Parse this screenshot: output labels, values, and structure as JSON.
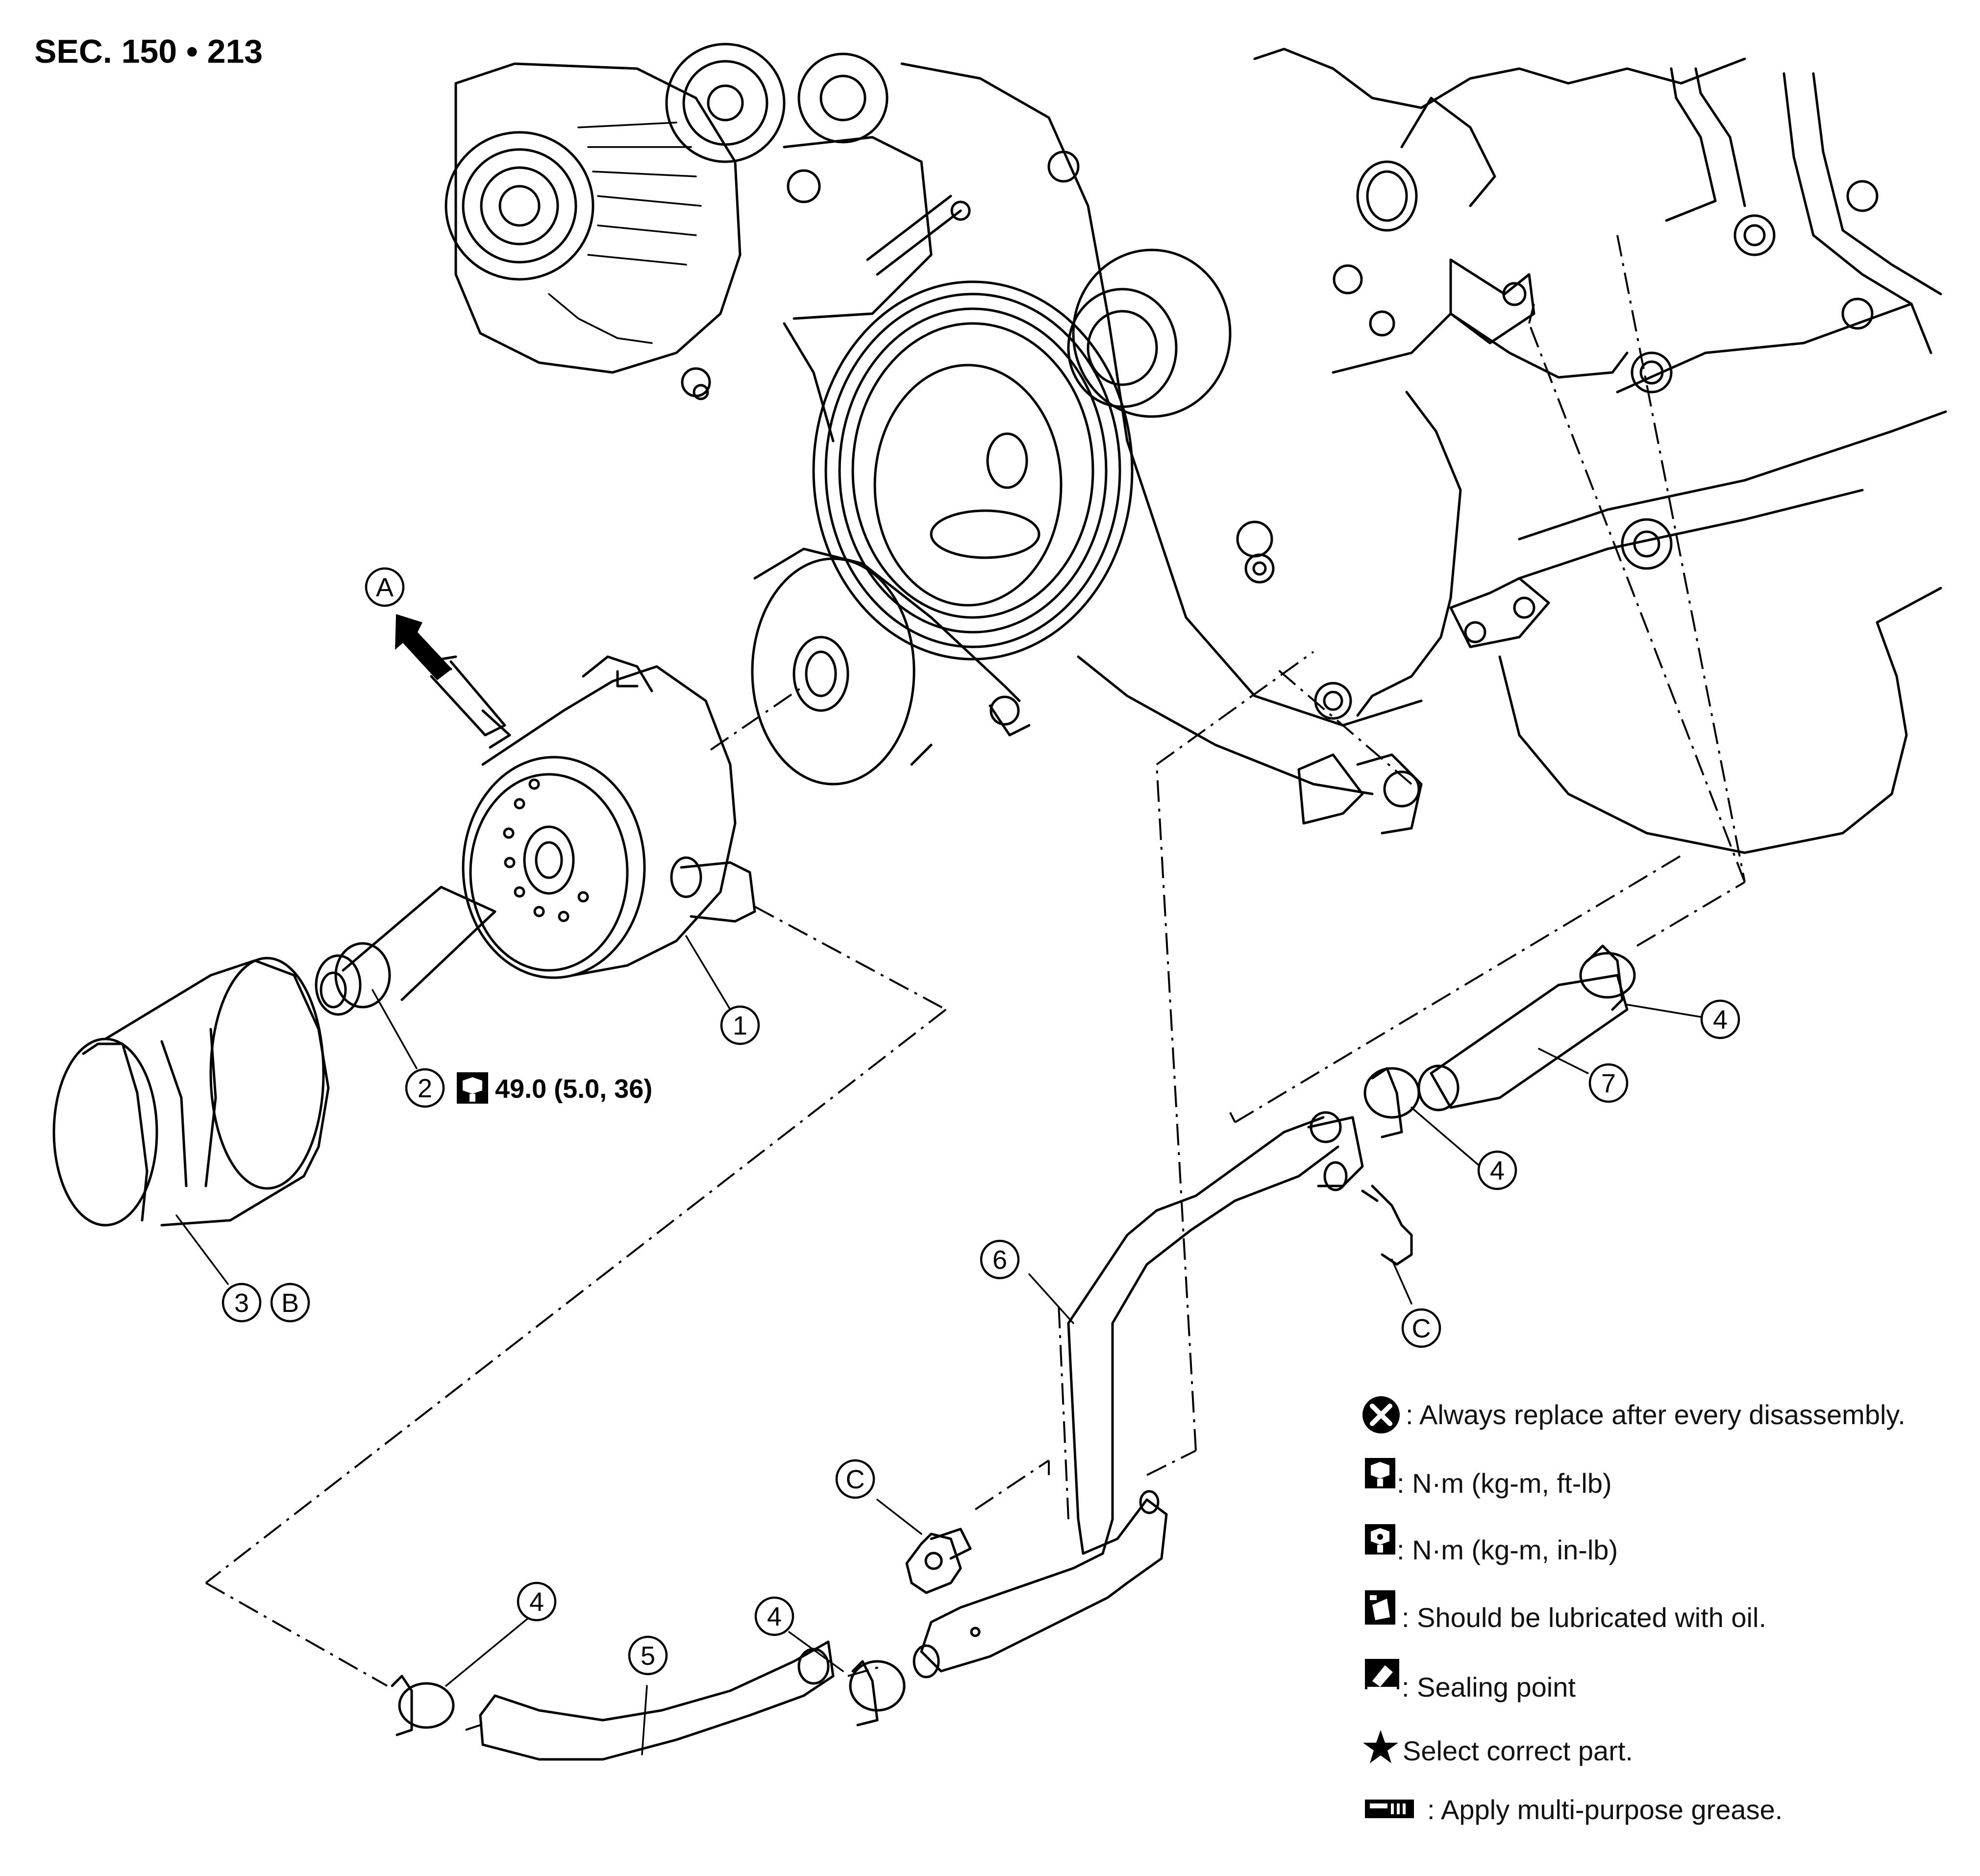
{
  "section_title": "SEC. 150 • 213",
  "callouts": {
    "c1": "1",
    "c2": "2",
    "c3": "3",
    "c4a": "4",
    "c4b": "4",
    "c4c": "4",
    "c4d": "4",
    "c5": "5",
    "c6": "6",
    "c7": "7",
    "cA": "A",
    "cB": "B",
    "cC1": "C",
    "cC2": "C"
  },
  "torque": {
    "value": "49.0 (5.0, 36)"
  },
  "legend": {
    "replace": ": Always replace after every disassembly.",
    "torque_ftlb": ": N·m (kg-m, ft-lb)",
    "torque_inlb": ": N·m (kg-m, in-lb)",
    "lubricate": ": Should be lubricated with oil.",
    "sealing": ": Sealing point",
    "select": "Select correct part.",
    "grease": ": Apply multi-purpose grease."
  },
  "icons": {
    "replace": "x-circle-icon",
    "torque_ftlb": "torque-wrench-icon",
    "torque_inlb": "torque-wrench-inlb-icon",
    "lubricate": "oil-can-icon",
    "sealing": "sealing-point-icon",
    "select": "star-icon",
    "grease": "grease-gun-icon"
  }
}
